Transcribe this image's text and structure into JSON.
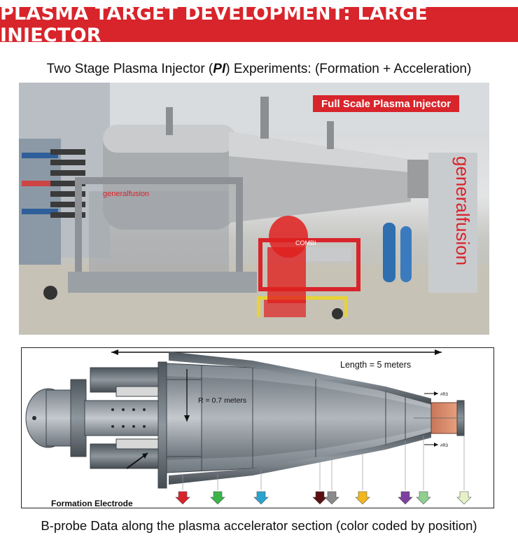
{
  "header": {
    "title": "PLASMA TARGET DEVELOPMENT: LARGE INJECTOR"
  },
  "subtitle": {
    "prefix": "Two Stage Plasma Injector (",
    "bold": "PI",
    "suffix": ") Experiments: (Formation + Acceleration)"
  },
  "photo": {
    "badge": "Full Scale Plasma Injector",
    "stand_logo": "generalfusion",
    "banner_logo": "generalfusion",
    "cart_label": "COMBI"
  },
  "diagram": {
    "length_label": "Length = 5 meters",
    "radius_label": "R = 0.7 meters",
    "electrode_label": "Formation Electrode",
    "probe_tag_top": "#R3",
    "probe_tag_bottom": "#R3",
    "probe_arrow_colors": [
      "#d8242b",
      "#3bb54a",
      "#2aa3cf",
      "#5a1010",
      "#8a8a8a",
      "#f2b81b",
      "#7d3fa0",
      "#8fd08f",
      "#e5f2c8"
    ]
  },
  "caption": "B-probe Data along the plasma accelerator section (color coded by position)",
  "colors": {
    "accent": "#d8242b"
  }
}
